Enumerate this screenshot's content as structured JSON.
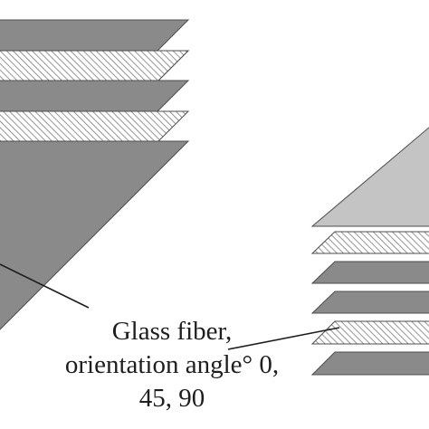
{
  "callout": {
    "line1": "Glass fiber,",
    "line2": "orientation angle° 0,",
    "line3": "45, 90"
  },
  "colors": {
    "background": "#ffffff",
    "solid_ply_dark": "#8a8a8a",
    "solid_ply_light": "#c4c4c4",
    "hatched_ply_fill": "#ffffff",
    "hatch_stroke": "#7a7a7a",
    "ply_edge": "#4d4d4d",
    "leader_line": "#1e1e1e",
    "text": "#1e1e1e"
  },
  "left_stack": {
    "plies": [
      "solid",
      "hatched",
      "solid",
      "hatched",
      "solid"
    ]
  },
  "right_stack": {
    "plies": [
      "solid-light",
      "hatched",
      "solid",
      "solid",
      "hatched",
      "solid"
    ]
  }
}
